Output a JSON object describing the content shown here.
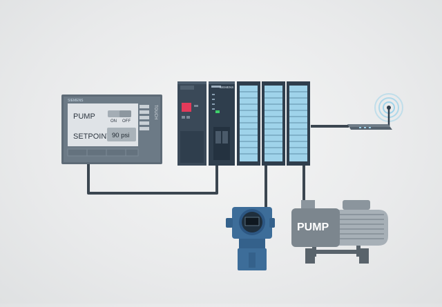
{
  "hmi": {
    "brand": "SIEMENS",
    "side_label": "TOUCH",
    "pump_label": "PUMP",
    "on_label": "ON",
    "off_label": "OFF",
    "setpoint_label": "SETPOINT",
    "setpoint_value": "90 psi"
  },
  "plc": {
    "brand": "SIEMENS"
  },
  "pump": {
    "label": "PUMP"
  },
  "colors": {
    "hmi_frame": "#5e6b77",
    "hmi_screen": "#dfe3e7",
    "plc_dark": "#2f3e4d",
    "io_blue": "#9fd3ea",
    "cable": "#3b4650",
    "pump_body": "#8b959d",
    "transmitter": "#3d6d99"
  }
}
